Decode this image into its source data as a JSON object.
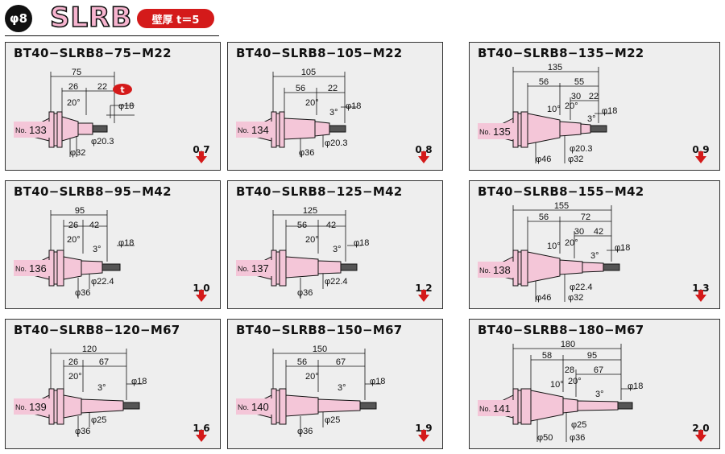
{
  "header": {
    "diameter": "φ8",
    "series": "SLRB",
    "wall": "壁厚 t＝5"
  },
  "colors": {
    "holder_pink": "#f4c6d8",
    "accent_red": "#d41a1a",
    "panel_bg": "#eeeeee"
  },
  "panels": [
    {
      "model": "BT40−SLRB8−75−M22",
      "no": "133",
      "weight": "0.7",
      "dims": [
        "75",
        "26",
        "22",
        "20°",
        "φ18",
        "φ20.3",
        "φ32"
      ],
      "badge": "t"
    },
    {
      "model": "BT40−SLRB8−105−M22",
      "no": "134",
      "weight": "0.8",
      "dims": [
        "105",
        "56",
        "22",
        "20°",
        "3°",
        "φ18",
        "φ20.3",
        "φ36"
      ]
    },
    {
      "model": "BT40−SLRB8−135−M22",
      "no": "135",
      "weight": "0.9",
      "dims": [
        "135",
        "56",
        "55",
        "30",
        "22",
        "10°",
        "20°",
        "3°",
        "φ18",
        "φ20.3",
        "φ46",
        "φ32"
      ]
    },
    {
      "model": "BT40−SLRB8−95−M42",
      "no": "136",
      "weight": "1.0",
      "dims": [
        "95",
        "26",
        "42",
        "20°",
        "3°",
        "φ18",
        "φ22.4",
        "φ36"
      ]
    },
    {
      "model": "BT40−SLRB8−125−M42",
      "no": "137",
      "weight": "1.2",
      "dims": [
        "125",
        "56",
        "42",
        "20°",
        "3°",
        "φ18",
        "φ22.4",
        "φ36"
      ]
    },
    {
      "model": "BT40−SLRB8−155−M42",
      "no": "138",
      "weight": "1.3",
      "dims": [
        "155",
        "56",
        "72",
        "30",
        "42",
        "10°",
        "20°",
        "3°",
        "φ18",
        "φ22.4",
        "φ46",
        "φ32"
      ]
    },
    {
      "model": "BT40−SLRB8−120−M67",
      "no": "139",
      "weight": "1.6",
      "dims": [
        "120",
        "26",
        "67",
        "20°",
        "3°",
        "φ18",
        "φ25",
        "φ36"
      ]
    },
    {
      "model": "BT40−SLRB8−150−M67",
      "no": "140",
      "weight": "1.9",
      "dims": [
        "150",
        "56",
        "67",
        "20°",
        "3°",
        "φ18",
        "φ25",
        "φ36"
      ]
    },
    {
      "model": "BT40−SLRB8−180−M67",
      "no": "141",
      "weight": "2.0",
      "dims": [
        "180",
        "58",
        "95",
        "28",
        "67",
        "10°",
        "20°",
        "3°",
        "φ18",
        "φ25",
        "φ50",
        "φ36"
      ]
    }
  ]
}
